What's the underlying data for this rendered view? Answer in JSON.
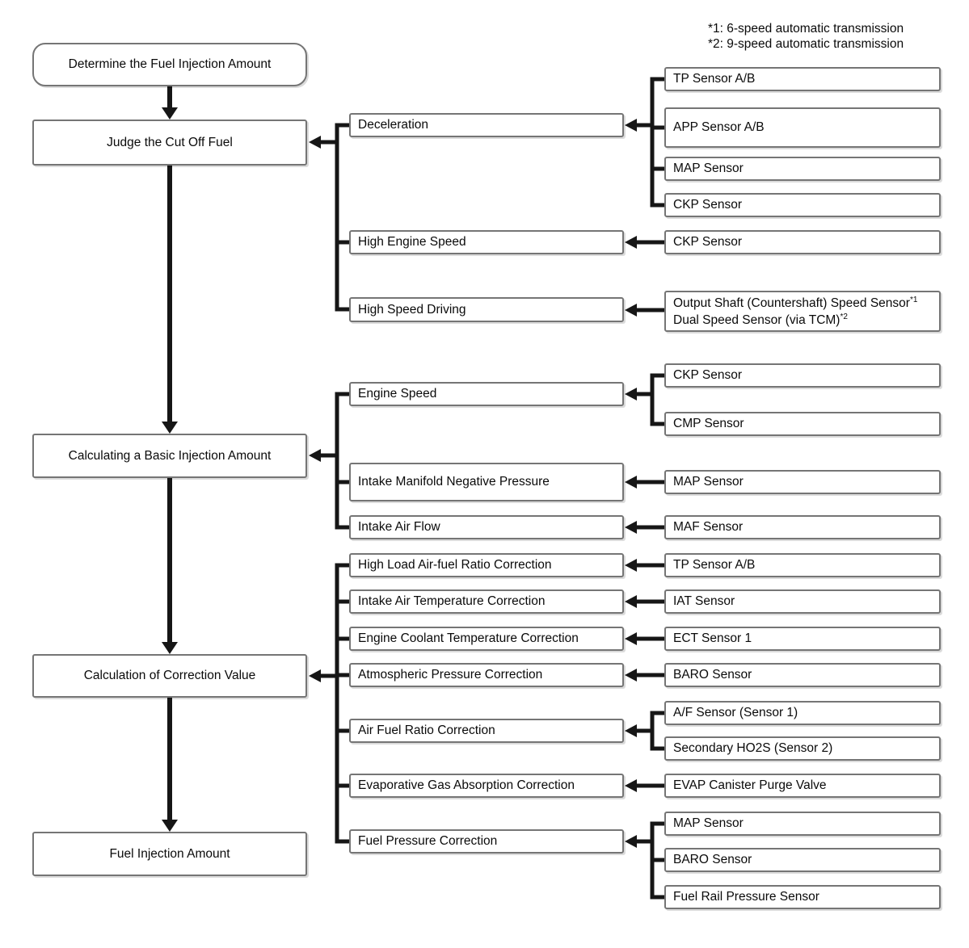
{
  "footnotes": {
    "note1": "*1: 6-speed automatic transmission",
    "note2": "*2: 9-speed automatic transmission"
  },
  "main_flow": {
    "start": "Determine the Fuel Injection Amount",
    "judge": "Judge the Cut Off Fuel",
    "basic": "Calculating a Basic Injection Amount",
    "correction": "Calculation of Correction Value",
    "result": "Fuel Injection Amount"
  },
  "factors": {
    "deceleration": "Deceleration",
    "high_engine_speed": "High Engine Speed",
    "high_speed_driving": "High Speed Driving",
    "engine_speed": "Engine Speed",
    "intake_manifold_negative_pressure": "Intake Manifold Negative Pressure",
    "intake_air_flow": "Intake Air Flow",
    "high_load_air_fuel_ratio_correction": "High Load Air-fuel Ratio Correction",
    "intake_air_temperature_correction": "Intake Air Temperature Correction",
    "engine_coolant_temperature_correction": "Engine Coolant Temperature Correction",
    "atmospheric_pressure_correction": "Atmospheric Pressure Correction",
    "air_fuel_ratio_correction": "Air Fuel Ratio Correction",
    "evaporative_gas_absorption_correction": "Evaporative Gas Absorption Correction",
    "fuel_pressure_correction": "Fuel Pressure Correction"
  },
  "sensors": {
    "deceleration": [
      "TP Sensor A/B",
      "APP Sensor A/B",
      "MAP Sensor",
      "CKP Sensor"
    ],
    "high_engine_speed": [
      "CKP Sensor"
    ],
    "high_speed_driving": [
      {
        "text": "Output Shaft (Countershaft) Speed Sensor",
        "sup": "*1"
      },
      {
        "text": "Dual Speed Sensor (via TCM)",
        "sup": "*2"
      }
    ],
    "engine_speed": [
      "CKP Sensor",
      "CMP Sensor"
    ],
    "intake_manifold_negative_pressure": [
      "MAP Sensor"
    ],
    "intake_air_flow": [
      "MAF Sensor"
    ],
    "high_load_air_fuel_ratio_correction": [
      "TP Sensor A/B"
    ],
    "intake_air_temperature_correction": [
      "IAT Sensor"
    ],
    "engine_coolant_temperature_correction": [
      "ECT Sensor 1"
    ],
    "atmospheric_pressure_correction": [
      "BARO Sensor"
    ],
    "air_fuel_ratio_correction": [
      "A/F Sensor (Sensor 1)",
      "Secondary HO2S (Sensor 2)"
    ],
    "evaporative_gas_absorption_correction": [
      "EVAP Canister Purge Valve"
    ],
    "fuel_pressure_correction": [
      "MAP Sensor",
      "BARO Sensor",
      "Fuel Rail Pressure Sensor"
    ]
  }
}
